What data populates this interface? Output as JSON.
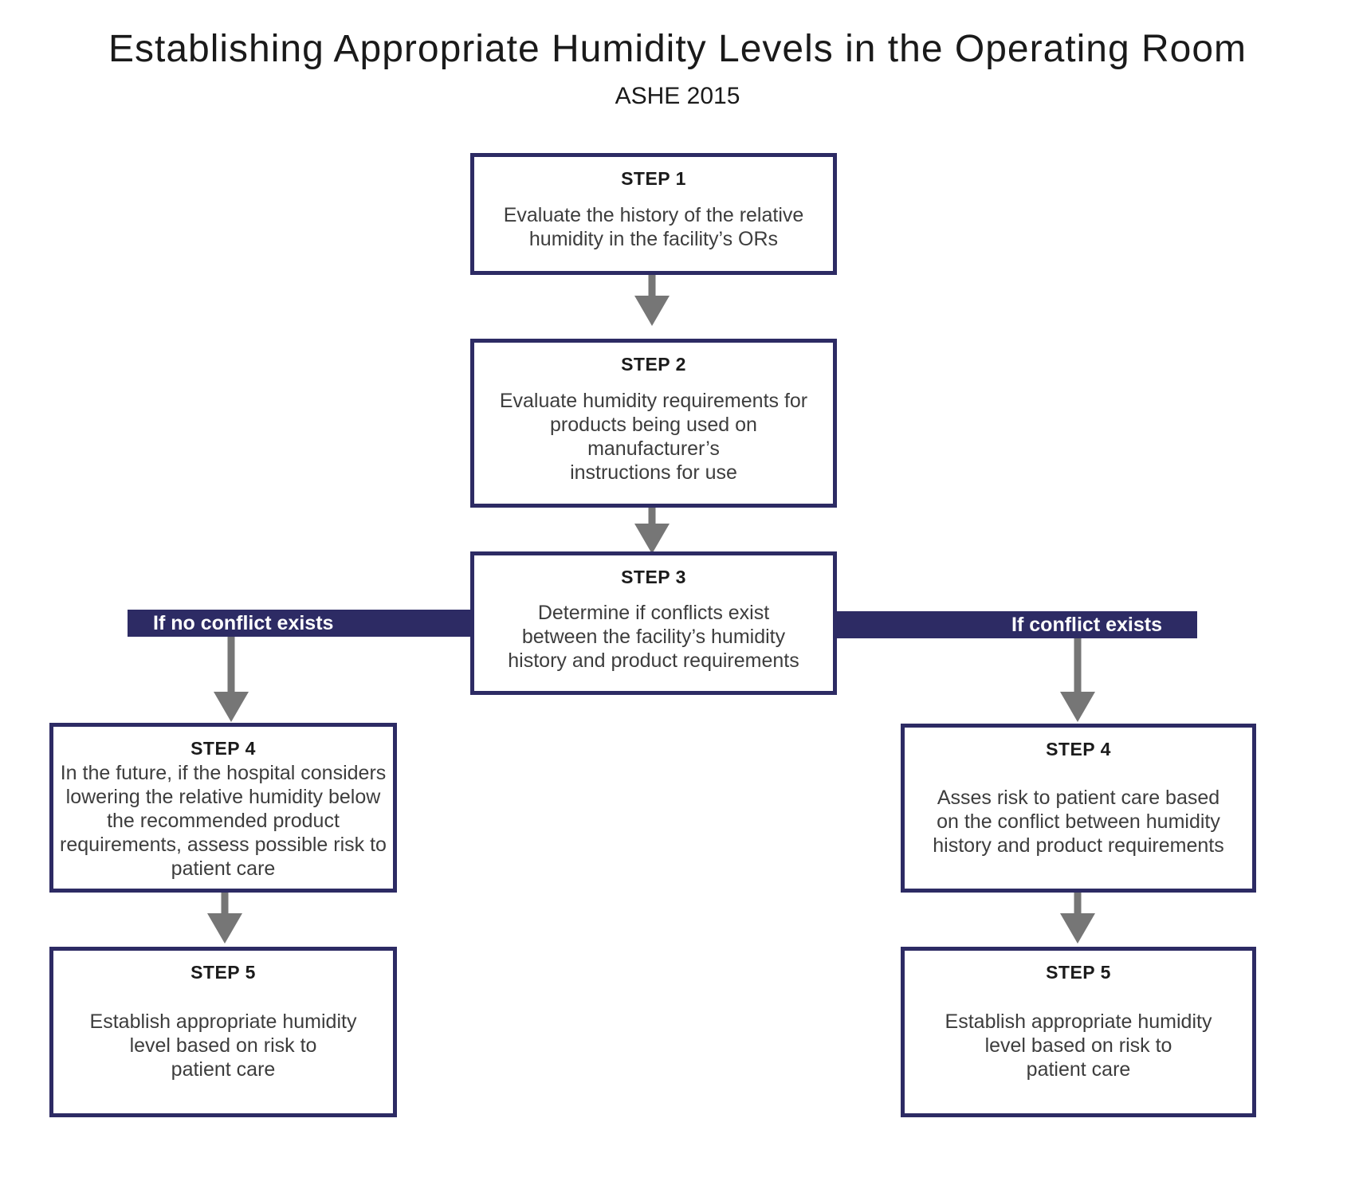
{
  "title": "Establishing Appropriate Humidity Levels in the Operating Room",
  "subtitle": "ASHE 2015",
  "colors": {
    "navy": "#2d2b64",
    "arrow_gray": "#767676",
    "text_dark": "#1b1b1b",
    "text_body": "#3d3d3d",
    "background": "#ffffff"
  },
  "steps": {
    "step1": {
      "label": "STEP 1",
      "body": "Evaluate the history of the relative\nhumidity in the facility’s ORs"
    },
    "step2": {
      "label": "STEP 2",
      "body": "Evaluate humidity requirements for\nproducts being used on\nmanufacturer’s\ninstructions for use"
    },
    "step3": {
      "label": "STEP 3",
      "body": "Determine if conflicts exist\nbetween the facility’s humidity\nhistory and product requirements"
    },
    "left_step4": {
      "label": "STEP 4",
      "body": "In the future, if the hospital considers\nlowering the relative humidity below\nthe recommended product\nrequirements, assess possible risk to\npatient care"
    },
    "left_step5": {
      "label": "STEP 5",
      "body": "Establish appropriate humidity\nlevel based on risk to\npatient care"
    },
    "right_step4": {
      "label": "STEP 4",
      "body": "Asses risk to patient care based\non the conflict between humidity\nhistory and product requirements"
    },
    "right_step5": {
      "label": "STEP 5",
      "body": "Establish appropriate humidity\nlevel based on risk to\npatient care"
    }
  },
  "branch_labels": {
    "no_conflict": "If no conflict exists",
    "conflict": "If conflict exists"
  }
}
